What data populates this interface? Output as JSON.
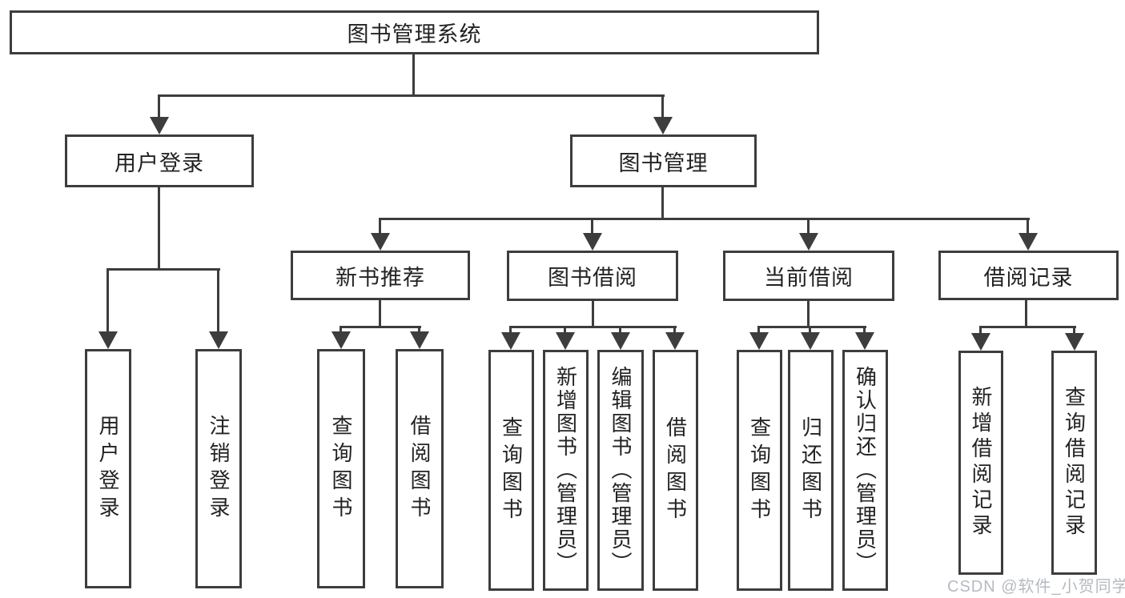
{
  "tree": {
    "label": "图书管理系统",
    "children": [
      {
        "label": "用户登录",
        "children": [
          {
            "label": "用户登录"
          },
          {
            "label": "注销登录"
          }
        ]
      },
      {
        "label": "图书管理",
        "children": [
          {
            "label": "新书推荐",
            "children": [
              {
                "label": "查询图书"
              },
              {
                "label": "借阅图书"
              }
            ]
          },
          {
            "label": "图书借阅",
            "children": [
              {
                "label": "查询图书"
              },
              {
                "label": "新增图书（管理员）"
              },
              {
                "label": "编辑图书（管理员）"
              },
              {
                "label": "借阅图书"
              }
            ]
          },
          {
            "label": "当前借阅",
            "children": [
              {
                "label": "查询图书"
              },
              {
                "label": "归还图书"
              },
              {
                "label": "确认归还（管理员）"
              }
            ]
          },
          {
            "label": "借阅记录",
            "children": [
              {
                "label": "新增借阅记录"
              },
              {
                "label": "查询借阅记录"
              }
            ]
          }
        ]
      }
    ]
  },
  "watermark": "CSDN @软件_小贺同学",
  "colors": {
    "line": "#3d3d3d",
    "text": "#222222",
    "background": "#ffffff",
    "watermark": "#b6bac0"
  }
}
